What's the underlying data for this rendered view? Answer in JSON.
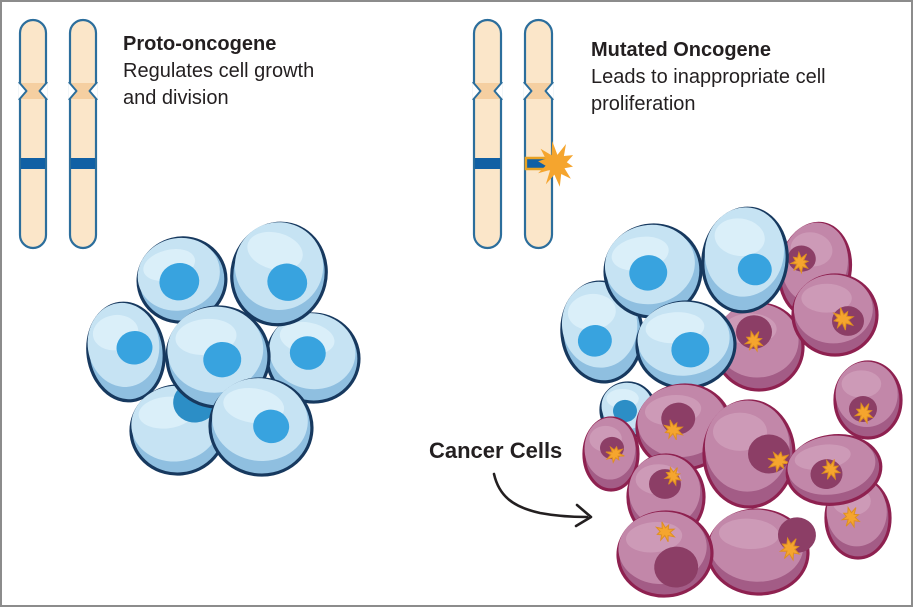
{
  "left_panel": {
    "title": "Proto-oncogene",
    "description": "Regulates cell growth and division"
  },
  "right_panel": {
    "title": "Mutated Oncogene",
    "description": "Leads to inappropriate cell proliferation"
  },
  "annotation": {
    "cancer_label": "Cancer Cells"
  },
  "colors": {
    "background": "#ffffff",
    "frame_border": "#8c8c8c",
    "text": "#231f20",
    "arrow": "#231f20",
    "chromosome_fill": "#fbe6c9",
    "chromosome_centromere": "#f5cfa1",
    "chromosome_outline": "#2c6e9c",
    "gene_band": "#1160a4",
    "mutated_band_outline": "#e8a224",
    "mutation_star": "#f5a52e",
    "mutation_star_edge": "#df8f21",
    "normal_cell_outline": "#17395f",
    "normal_cell_body": "#c6e3f3",
    "normal_cell_shade": "#8fbfe0",
    "normal_cell_highlight": "#dceff9",
    "normal_cell_nucleus": "#38a3df",
    "normal_cell_nucleus_dark": "#2c8ec6",
    "cancer_cell_outline": "#8e2150",
    "cancer_cell_body": "#c287a9",
    "cancer_cell_shade": "#a35c86",
    "cancer_cell_highlight": "#ce9cb8",
    "cancer_cell_nucleus": "#8c3e66"
  }
}
